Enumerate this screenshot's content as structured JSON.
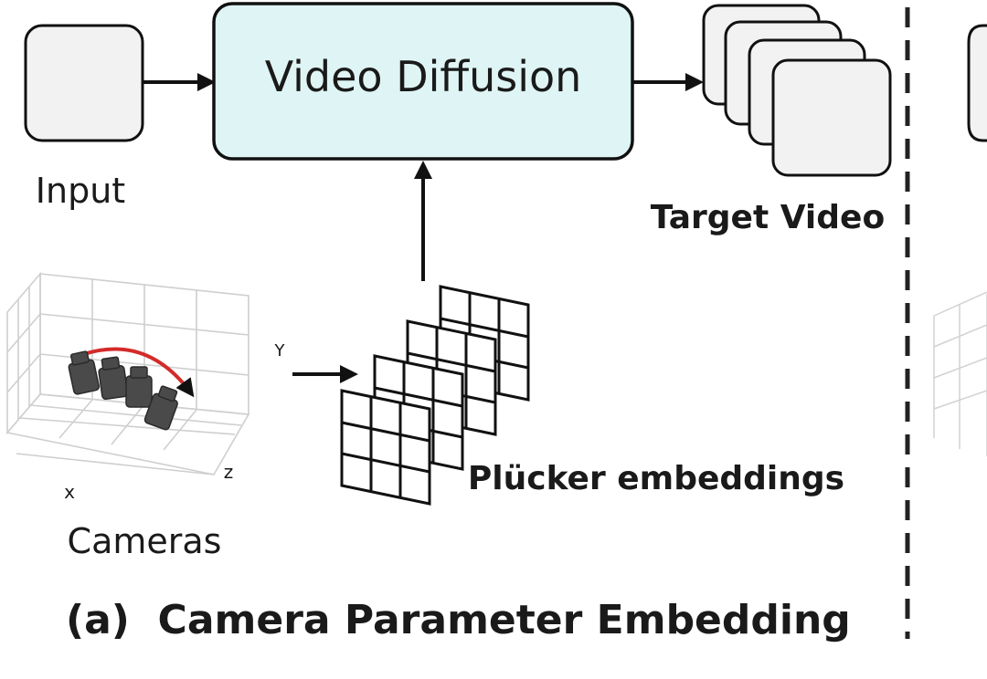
{
  "diagram": {
    "nodes": {
      "input": {
        "label": "Input"
      },
      "video_diffusion": {
        "label": "Video Diffusion",
        "fill": "#dff4f4"
      },
      "target_video": {
        "label": "Target Video"
      },
      "plucker": {
        "label": "Plücker embeddings"
      },
      "cameras": {
        "label": "Cameras",
        "axis_x": "x",
        "axis_y": "Y",
        "axis_z": "z",
        "trajectory_color": "#d42a2a"
      }
    },
    "caption": "(a)  Camera Parameter Embedding",
    "colors": {
      "stroke": "#111111",
      "node_fill": "#f2f2f2",
      "grid": "#cfcfcf"
    }
  }
}
